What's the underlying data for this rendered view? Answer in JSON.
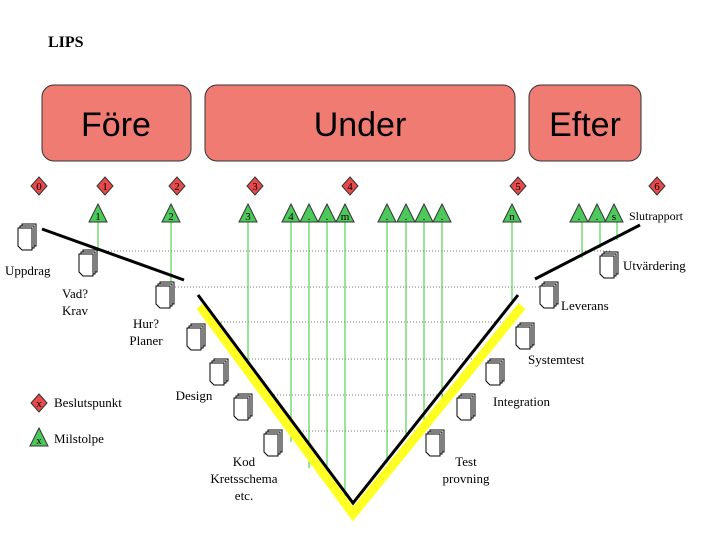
{
  "title": "LIPS",
  "phases": [
    {
      "label": "Före"
    },
    {
      "label": "Under"
    },
    {
      "label": "Efter"
    }
  ],
  "decision_points": [
    {
      "label": "0"
    },
    {
      "label": "1"
    },
    {
      "label": "2"
    },
    {
      "label": "3"
    },
    {
      "label": "4"
    },
    {
      "label": "5"
    },
    {
      "label": "6"
    }
  ],
  "milestones": [
    {
      "label": "1"
    },
    {
      "label": "2"
    },
    {
      "label": "3"
    },
    {
      "label": "4"
    },
    {
      "label": "."
    },
    {
      "label": "."
    },
    {
      "label": "m"
    },
    {
      "label": "."
    },
    {
      "label": "."
    },
    {
      "label": "."
    },
    {
      "label": "."
    },
    {
      "label": "n"
    },
    {
      "label": "."
    },
    {
      "label": "."
    },
    {
      "label": "s"
    }
  ],
  "slutrapport": "Slutrapport",
  "documents": {
    "uppdrag": "Uppdrag",
    "vad": "Vad?",
    "krav": "Krav",
    "hur": "Hur?",
    "planer": "Planer",
    "design": "Design",
    "kod": "Kod",
    "kretsschema": "Kretsschema",
    "etc": "etc.",
    "test": "Test",
    "provning": "provning",
    "integration": "Integration",
    "systemtest": "Systemtest",
    "leverans": "Leverans",
    "utvardering": "Utvärdering"
  },
  "legend": {
    "decision_symbol": "x",
    "decision_label": "Beslutspunkt",
    "milestone_symbol": "x",
    "milestone_label": "Milstolpe"
  },
  "colors": {
    "phase_fill": "#ef7b72",
    "diamond_fill": "#e8494b",
    "triangle_fill": "#4cc95a",
    "v_highlight": "#ffff24",
    "guide_line": "#33cc33"
  }
}
